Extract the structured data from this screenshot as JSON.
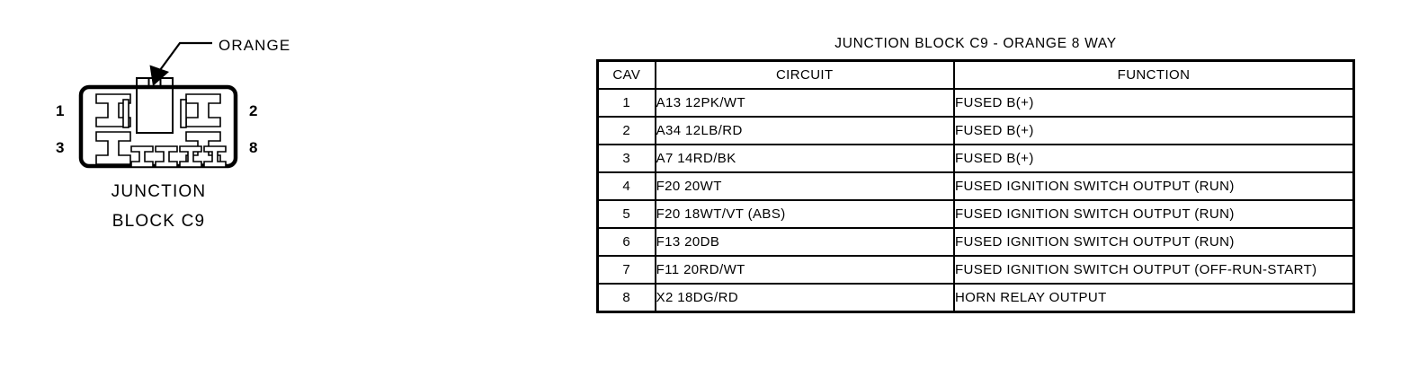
{
  "figure": {
    "callout_label": "ORANGE",
    "callout_icon": "leader-arrow-icon",
    "connector_icon": "8-way-connector-icon",
    "pin_numbers": {
      "top_left": "1",
      "bottom_left": "3",
      "top_right": "2",
      "bottom_right": "8"
    },
    "caption_line1": "JUNCTION",
    "caption_line2": "BLOCK C9"
  },
  "table": {
    "title": "JUNCTION BLOCK C9 - ORANGE 8 WAY",
    "headers": {
      "cav": "CAV",
      "circuit": "CIRCUIT",
      "function": "FUNCTION"
    },
    "rows": [
      {
        "cav": "1",
        "circuit": "A13 12PK/WT",
        "function": "FUSED B(+)"
      },
      {
        "cav": "2",
        "circuit": "A34 12LB/RD",
        "function": "FUSED B(+)"
      },
      {
        "cav": "3",
        "circuit": "A7 14RD/BK",
        "function": "FUSED B(+)"
      },
      {
        "cav": "4",
        "circuit": "F20 20WT",
        "function": "FUSED IGNITION SWITCH OUTPUT (RUN)"
      },
      {
        "cav": "5",
        "circuit": "F20 18WT/VT (ABS)",
        "function": "FUSED IGNITION SWITCH OUTPUT (RUN)"
      },
      {
        "cav": "6",
        "circuit": "F13 20DB",
        "function": "FUSED IGNITION SWITCH OUTPUT (RUN)"
      },
      {
        "cav": "7",
        "circuit": "F11 20RD/WT",
        "function": "FUSED IGNITION SWITCH OUTPUT (OFF-RUN-START)"
      },
      {
        "cav": "8",
        "circuit": "X2 18DG/RD",
        "function": "HORN RELAY OUTPUT"
      }
    ]
  },
  "colors": {
    "ink": "#000000",
    "paper": "#ffffff"
  }
}
